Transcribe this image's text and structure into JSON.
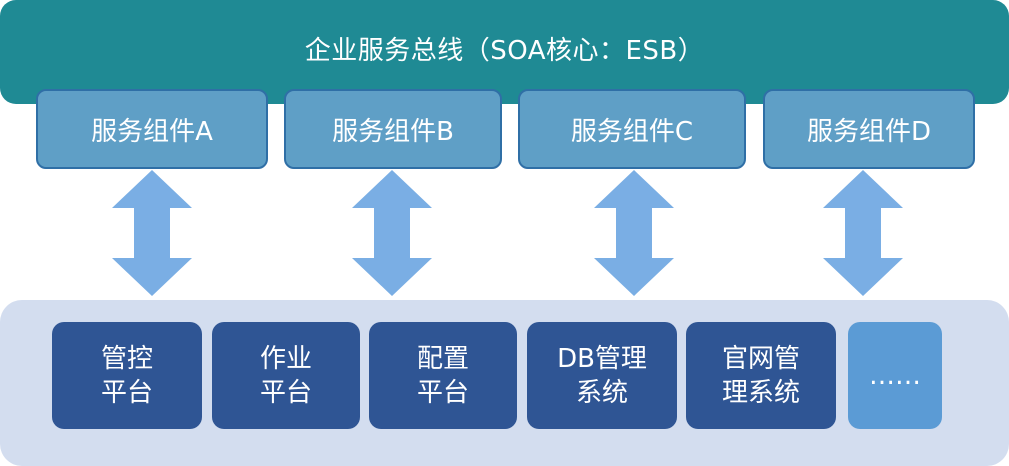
{
  "bus": {
    "title": "企业服务总线（SOA核心：ESB）"
  },
  "components": [
    {
      "label": "服务组件A"
    },
    {
      "label": "服务组件B"
    },
    {
      "label": "服务组件C"
    },
    {
      "label": "服务组件D"
    }
  ],
  "platforms": [
    {
      "label": "管控\n平台"
    },
    {
      "label": "作业\n平台"
    },
    {
      "label": "配置\n平台"
    },
    {
      "label": "DB管理\n系统"
    },
    {
      "label": "官网管\n理系统"
    },
    {
      "label": "……"
    }
  ],
  "colors": {
    "bus": "#1f8a94",
    "component": "#5f9fc6",
    "arrow": "#7aaee4",
    "platform_bg": "#d3ddef",
    "platform": "#2f5594",
    "platform_more": "#5b9bd5"
  }
}
